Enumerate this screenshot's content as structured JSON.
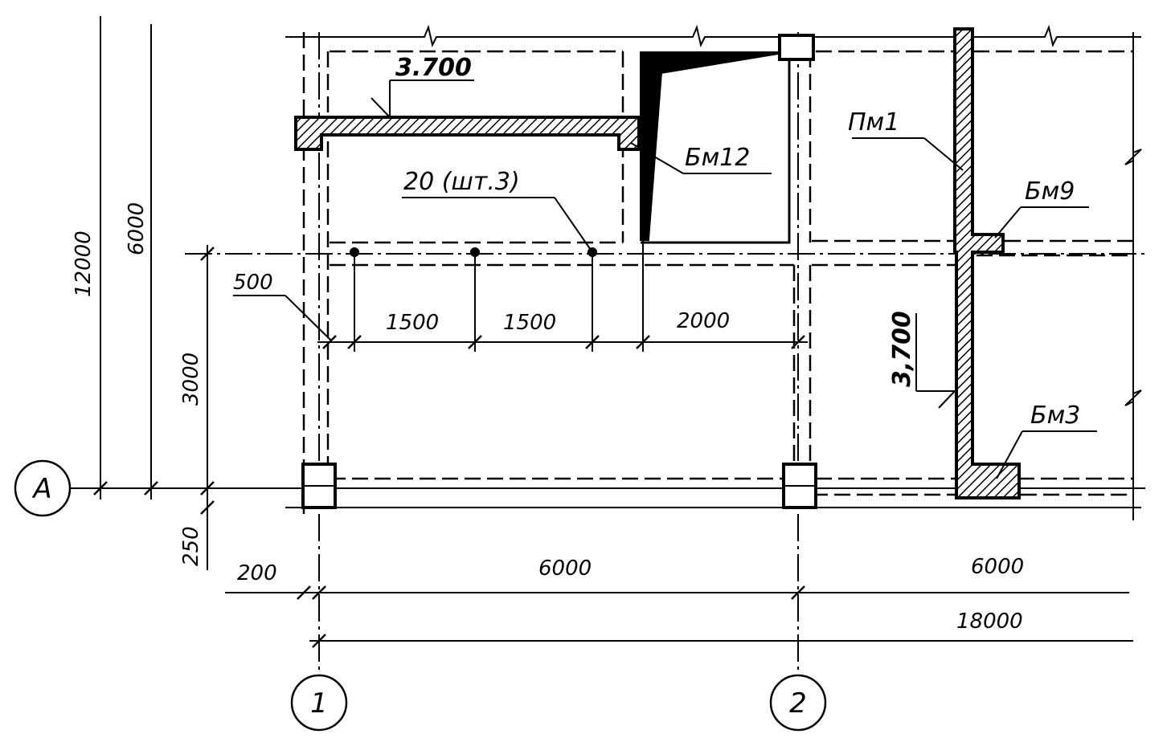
{
  "axes": {
    "row_a": "А",
    "col_1": "1",
    "col_2": "2"
  },
  "elevations": {
    "top": "3.700",
    "right": "3,700"
  },
  "labels": {
    "bm12": "Бм12",
    "pm1": "Пм1",
    "bm9": "Бм9",
    "bm3": "Бм3",
    "bolts": "20 (шт.3)"
  },
  "dimensions": {
    "v_12000": "12000",
    "v_6000": "6000",
    "v_3000": "3000",
    "v_250": "250",
    "h_500": "500",
    "h_1500_a": "1500",
    "h_1500_b": "1500",
    "h_2000": "2000",
    "h_200": "200",
    "h_6000_a": "6000",
    "h_6000_b": "6000",
    "h_18000": "18000"
  },
  "colors": {
    "ink": "#000000",
    "paper": "#ffffff"
  }
}
